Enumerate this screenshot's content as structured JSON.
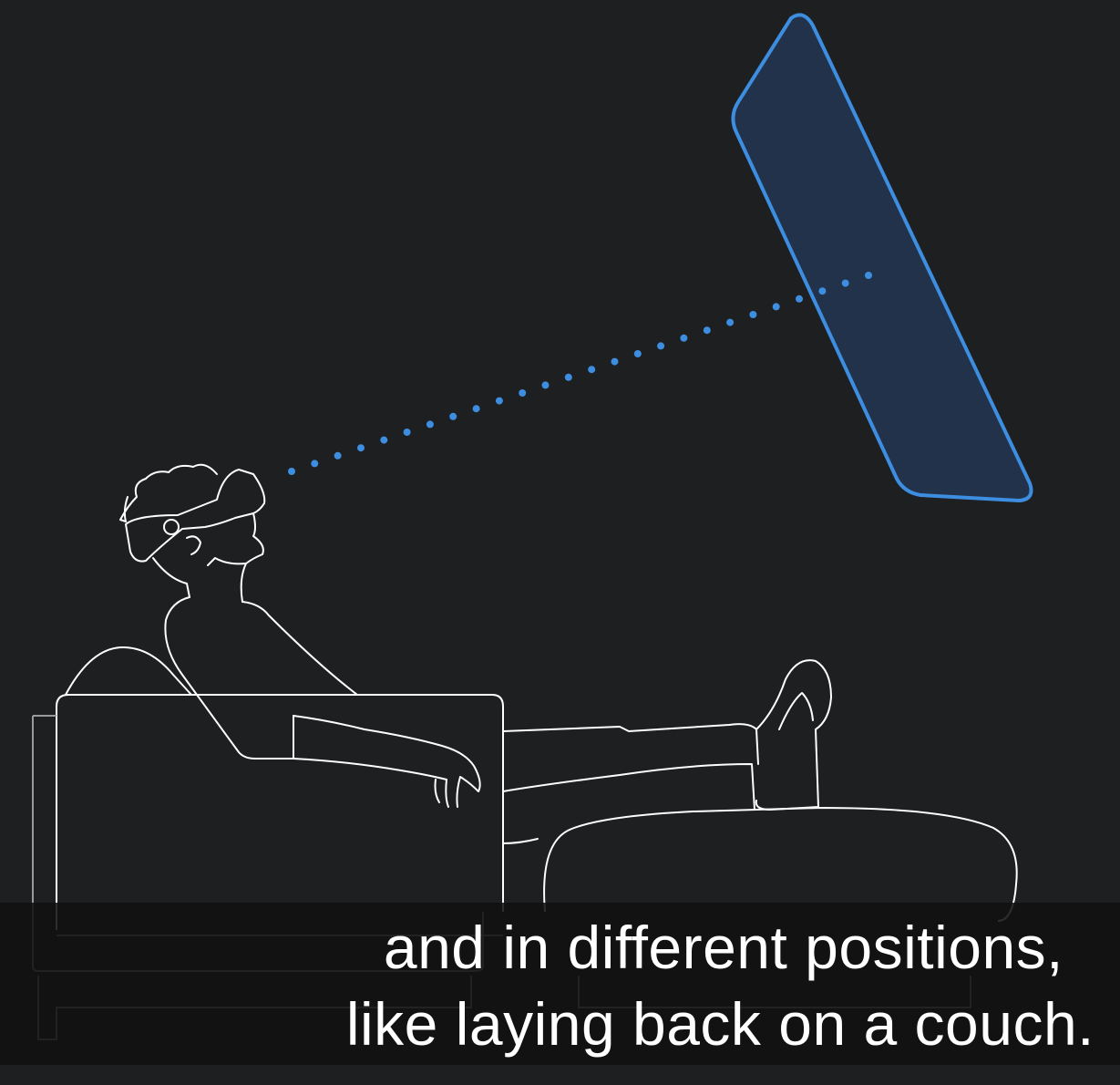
{
  "colors": {
    "background": "#1e1f21",
    "line_art": "#ffffff",
    "accent": "#3d8de0",
    "panel_fill": "#22324a",
    "caption_bg": "#111111",
    "caption_text": "#ffffff"
  },
  "illustration": {
    "figure": "person-reclining-with-headset",
    "virtual_screen": "floating-window-panel",
    "gaze": "dotted-gaze-line"
  },
  "caption": {
    "line1": "and in different positions,",
    "line2": "like laying back on a couch."
  }
}
